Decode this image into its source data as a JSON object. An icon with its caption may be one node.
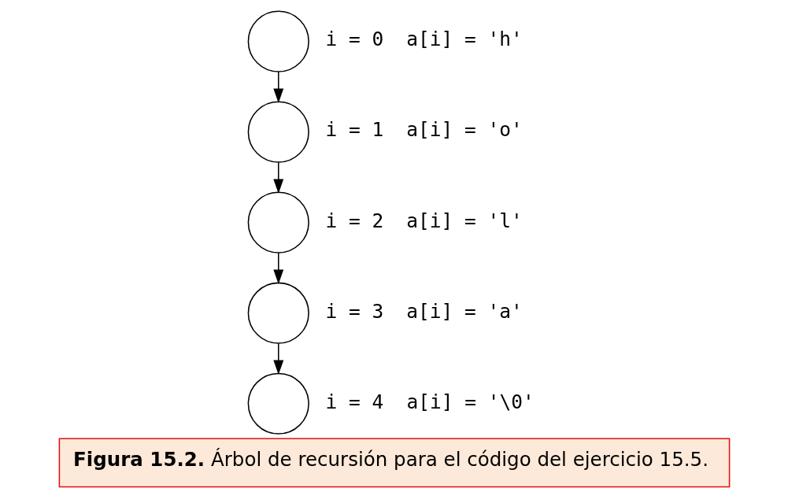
{
  "diagram": {
    "caption": "**Figura 15.2.** Árbol de recursión para el código del ejercicio 15.5.",
    "nodes": [
      {
        "text": [],
        "shape": "circle",
        "beside": [
          "i = 0",
          "a[i] = 'h'"
        ]
      },
      {
        "text": [],
        "shape": "circle",
        "beside": [
          "i = 1",
          "a[i] = 'o'"
        ]
      },
      {
        "text": [],
        "shape": "circle",
        "beside": [
          "i = 2",
          "a[i] = 'l'"
        ]
      },
      {
        "text": [],
        "shape": "circle",
        "beside": [
          "i = 3",
          "a[i] = 'a'"
        ]
      },
      {
        "text": [],
        "shape": "circle",
        "beside": [
          "i = 4",
          "a[i] = '\\0'"
        ]
      }
    ],
    "edges": [
      {
        "from": 0,
        "to": 1,
        "arrow": "to"
      },
      {
        "from": 1,
        "to": 2,
        "arrow": "to"
      },
      {
        "from": 2,
        "to": 3,
        "arrow": "to"
      },
      {
        "from": 3,
        "to": 4,
        "arrow": "to"
      }
    ]
  }
}
